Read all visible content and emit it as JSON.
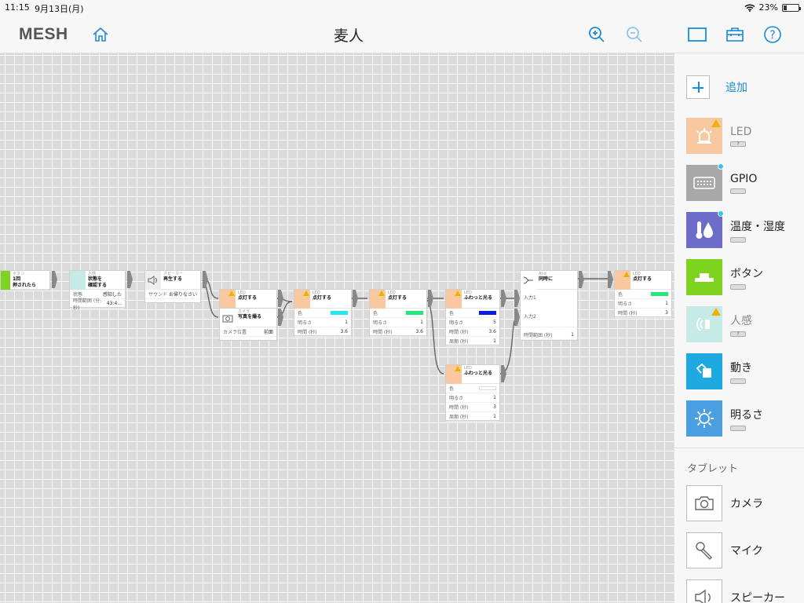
{
  "status": {
    "time": "11:15",
    "date": "9月13日(月)",
    "battery": "23%",
    "battery_level": 0.23
  },
  "nav": {
    "logo": "MESH",
    "title": "麦人"
  },
  "colors": {
    "accent": "#1a8bd6",
    "led": "#f8c9a0",
    "gpio": "#a8a8a8",
    "temp": "#6d6cc8",
    "button": "#7ed321",
    "human": "#c6ebe6",
    "move": "#1fa9e1",
    "bright": "#4a9fe0"
  },
  "blocks": {
    "button": {
      "type": "ボタン",
      "name": "1回\n押されたら"
    },
    "human": {
      "type": "人感",
      "name": "状態を\n確認する",
      "r1k": "状態",
      "r1v": "感知した",
      "r2k": "時間範囲 (分:秒)",
      "r2v": "43:4..."
    },
    "speaker": {
      "type": "スピーカー",
      "name": "再生する",
      "r1k": "サウンド",
      "r1v": "お帰りなさい"
    },
    "led1": {
      "type": "LED",
      "name": "点灯する"
    },
    "camera": {
      "type": "カメラ",
      "name": "写真を撮る",
      "r1k": "カメラ位置",
      "r1v": "前面"
    },
    "led2": {
      "type": "LED",
      "name": "点灯する",
      "color_label": "色",
      "color": "#22e8f0",
      "r1k": "明るさ",
      "r1v": "1",
      "r2k": "時間 (秒)",
      "r2v": "3.6"
    },
    "led3": {
      "type": "LED",
      "name": "点灯する",
      "color_label": "色",
      "color": "#22e87a",
      "r1k": "明るさ",
      "r1v": "1",
      "r2k": "時間 (秒)",
      "r2v": "3.6"
    },
    "led4": {
      "type": "LED",
      "name": "ふわっと光る",
      "color_label": "色",
      "color": "#0a1ee0",
      "r1k": "明るさ",
      "r1v": "5",
      "r2k": "時間 (秒)",
      "r2v": "3.6",
      "r3k": "周期 (秒)",
      "r3v": "1"
    },
    "led5": {
      "type": "LED",
      "name": "ふわっと光る",
      "color_label": "色",
      "color": "#ffffff",
      "r1k": "明るさ",
      "r1v": "1",
      "r2k": "時間 (秒)",
      "r2v": "3",
      "r3k": "周期 (秒)",
      "r3v": "1"
    },
    "and": {
      "type": "And",
      "name": "同時に",
      "in1": "入力1",
      "in2": "入力2",
      "r1k": "時間範囲 (秒)",
      "r1v": "1"
    },
    "led6": {
      "type": "LED",
      "name": "点灯する",
      "color_label": "色",
      "color": "#22e87a",
      "r1k": "明るさ",
      "r1v": "1",
      "r2k": "時間 (秒)",
      "r2v": "3"
    }
  },
  "sidebar": {
    "add": "追加",
    "tags": [
      {
        "label": "LED",
        "badge": "?",
        "icon": "led-icon"
      },
      {
        "label": "GPIO",
        "badge": "",
        "icon": "gpio-icon"
      },
      {
        "label": "温度・湿度",
        "badge": "",
        "icon": "temperature-icon"
      },
      {
        "label": "ボタン",
        "badge": "",
        "icon": "button-icon"
      },
      {
        "label": "人感",
        "badge": "?",
        "icon": "motion-sensor-icon"
      },
      {
        "label": "動き",
        "badge": "",
        "icon": "move-icon"
      },
      {
        "label": "明るさ",
        "badge": "",
        "icon": "brightness-icon"
      }
    ],
    "tablet_title": "タブレット",
    "tablet": [
      {
        "label": "カメラ",
        "icon": "camera-icon"
      },
      {
        "label": "マイク",
        "icon": "mic-icon"
      },
      {
        "label": "スピーカー",
        "icon": "speaker-icon"
      }
    ]
  }
}
